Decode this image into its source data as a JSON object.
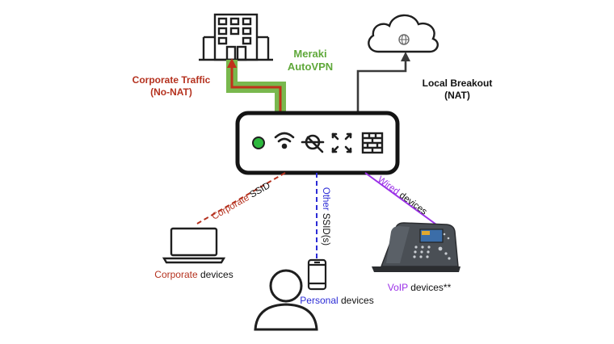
{
  "labels": {
    "corp_traffic_line1": "Corporate Traffic",
    "corp_traffic_line2": "(No-NAT)",
    "autovpn_line1": "Meraki",
    "autovpn_line2": "AutoVPN",
    "local_breakout_line1": "Local Breakout",
    "local_breakout_line2": "(NAT)",
    "corp_ssid_colored": "Corporate",
    "corp_ssid_rest": " SSID",
    "other_ssid_colored": "Other",
    "other_ssid_rest": " SSID(s)",
    "wired_colored": "Wired",
    "wired_rest": " devices",
    "corp_devices_colored": "Corporate",
    "corp_devices_rest": " devices",
    "personal_colored": "Personal",
    "personal_rest": " devices",
    "voip_colored": "VoIP",
    "voip_rest": " devices**"
  },
  "icons": {
    "building": "office-building-icon",
    "cloud": "cloud-globe-icon",
    "appliance": "mx-appliance-icon",
    "laptop": "laptop-icon",
    "phone": "mobile-phone-icon",
    "person": "person-icon",
    "voip": "voip-desk-phone-icon"
  },
  "colors": {
    "corporate_red": "#b5321f",
    "vpn_green": "#79b84e",
    "vpn_label_green": "#5fa83a",
    "other_blue": "#2c2cd6",
    "wired_purple": "#9b30e8",
    "status_led": "#2db83d",
    "dark": "#222222"
  }
}
